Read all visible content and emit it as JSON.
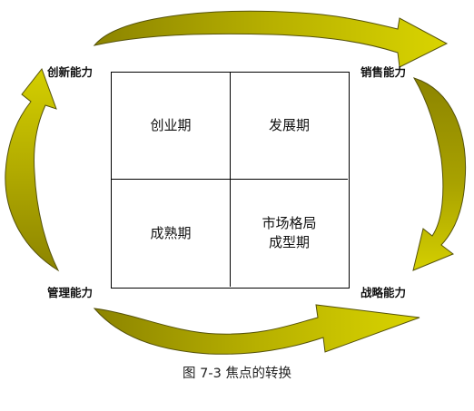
{
  "corners": {
    "top_left": "创新能力",
    "top_right": "销售能力",
    "bottom_left": "管理能力",
    "bottom_right": "战略能力"
  },
  "quadrants": {
    "top_left": [
      "创业期"
    ],
    "top_right": [
      "发展期"
    ],
    "bottom_left": [
      "成熟期"
    ],
    "bottom_right": [
      "市场格局",
      "成型期"
    ]
  },
  "caption": "图 7-3  焦点的转换",
  "colors": {
    "arrow_fill": "#c8c200",
    "arrow_dark": "#8c8400",
    "arrow_stroke": "#55520a",
    "grid_line": "#000000"
  }
}
